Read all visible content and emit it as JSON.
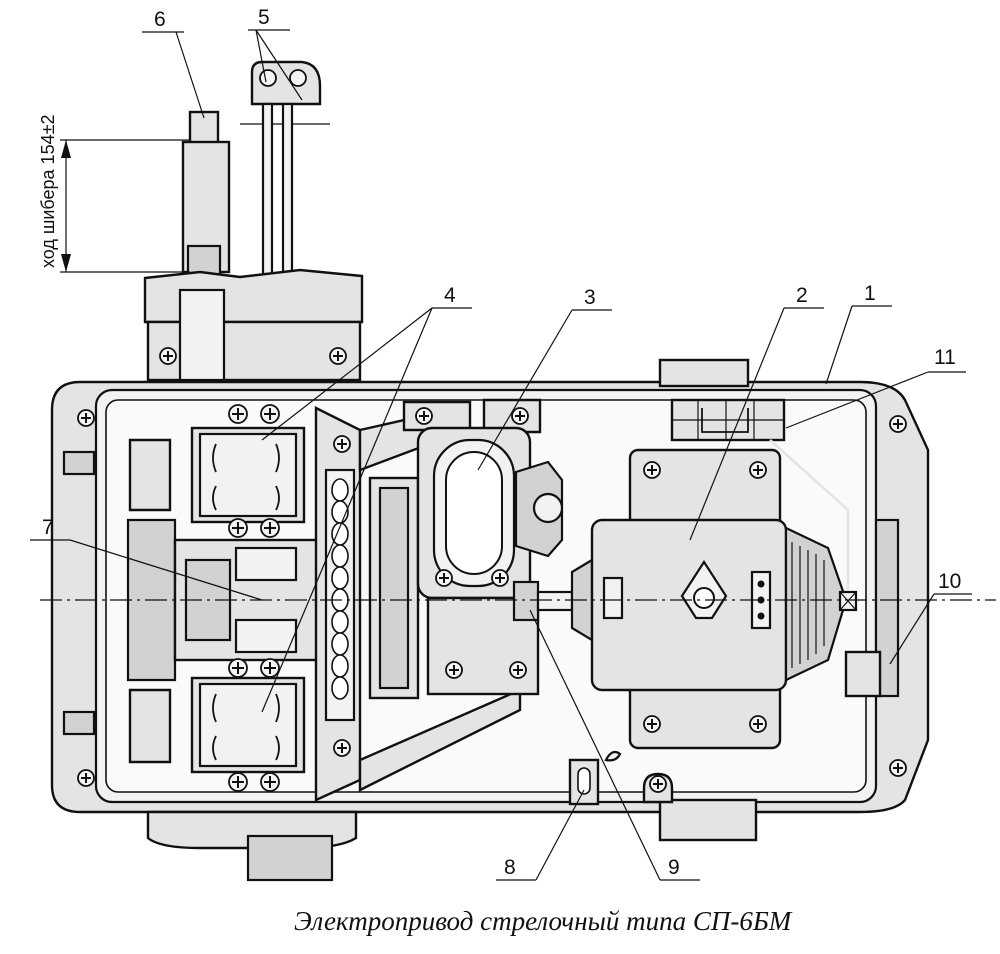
{
  "diagram": {
    "caption": "Электропривод стрелочный типа СП-6БМ",
    "dimension_label": "ход шибера 154±2",
    "callouts": [
      "1",
      "2",
      "3",
      "4",
      "5",
      "6",
      "7",
      "8",
      "9",
      "10",
      "11"
    ]
  }
}
